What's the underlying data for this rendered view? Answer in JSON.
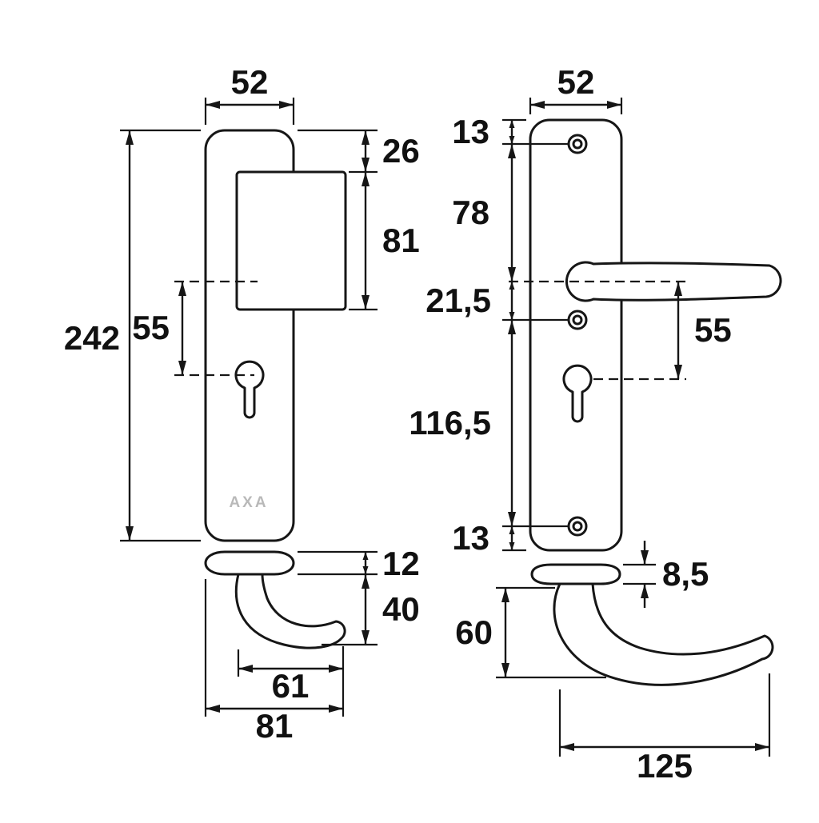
{
  "brand": {
    "logo": "AXA"
  },
  "exterior": {
    "dims": {
      "plate_width": "52",
      "block_offset": "26",
      "block_height": "81",
      "plate_height": "242",
      "centers_distance": "55",
      "cap_thickness": "12",
      "knob_drop": "40",
      "knob_reach": "61",
      "total_depth": "81"
    }
  },
  "interior": {
    "dims": {
      "plate_width": "52",
      "top_screw_offset": "13",
      "screw_to_handle": "78",
      "handle_to_screw": "21,5",
      "handle_to_cylinder": "55",
      "screw_spacing": "116,5",
      "bottom_screw_offset": "13",
      "cap_thickness": "8,5",
      "handle_height": "60",
      "handle_length": "125"
    }
  }
}
